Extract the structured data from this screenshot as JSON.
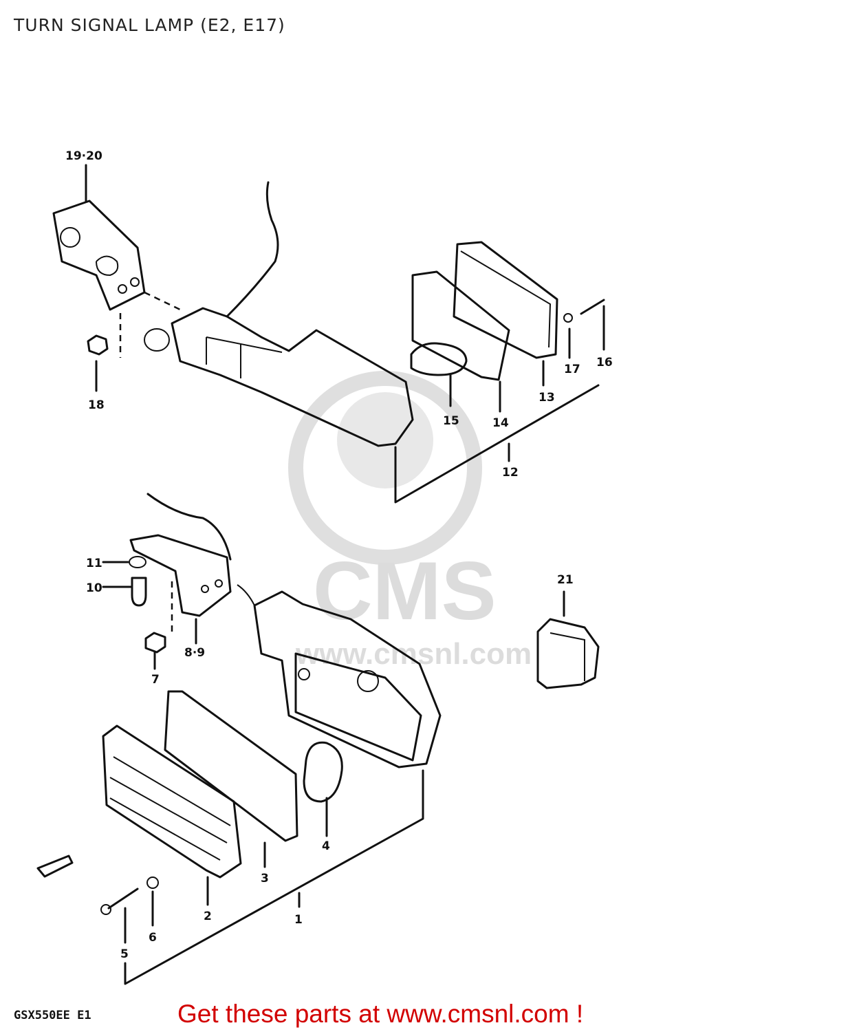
{
  "title": "TURN SIGNAL LAMP (E2, E17)",
  "watermark": {
    "logo": "CMS",
    "url": "www.cmsnl.com"
  },
  "part_labels": {
    "p1": "1",
    "p2": "2",
    "p3": "3",
    "p4": "4",
    "p5": "5",
    "p6": "6",
    "p7": "7",
    "p8_9": "8·9",
    "p10": "10",
    "p11": "11",
    "p12": "12",
    "p13": "13",
    "p14": "14",
    "p15": "15",
    "p16": "16",
    "p17": "17",
    "p18": "18",
    "p19_20": "19·20",
    "p21": "21"
  },
  "model_code": "GSX550EE E1",
  "footer_link": "Get these parts at www.cmsnl.com !"
}
